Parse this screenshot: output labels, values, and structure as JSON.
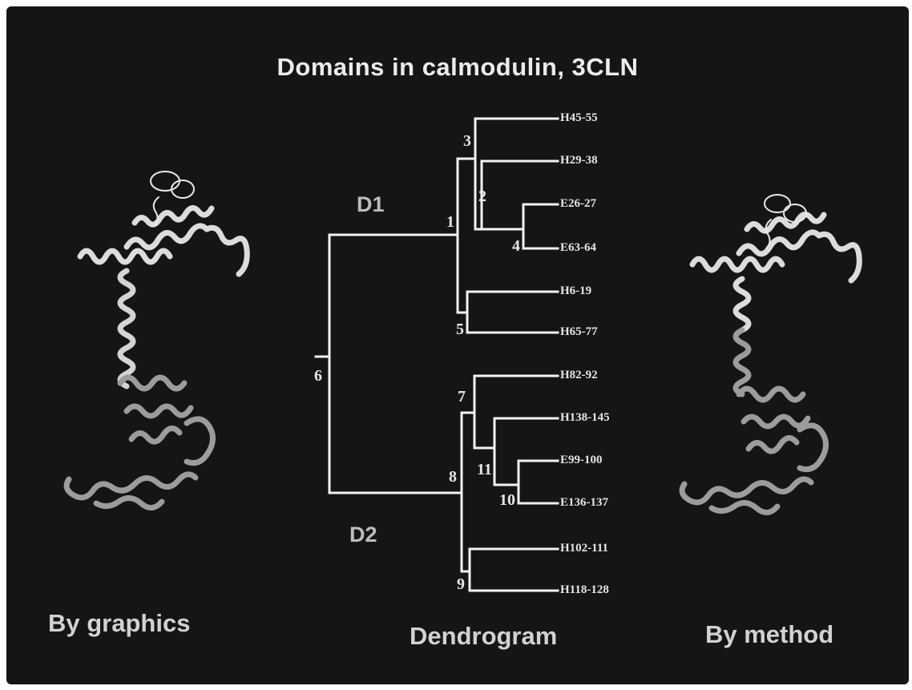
{
  "title": "Domains in calmodulin, 3CLN",
  "captions": {
    "left": "By graphics",
    "center": "Dendrogram",
    "right": "By method"
  },
  "domains": {
    "d1": "D1",
    "d2": "D2"
  },
  "nodes": {
    "n1": "1",
    "n2": "2",
    "n3": "3",
    "n4": "4",
    "n5": "5",
    "n6": "6",
    "n7": "7",
    "n8": "8",
    "n9": "9",
    "n10": "10",
    "n11": "11"
  },
  "leaves": [
    "H45-55",
    "H29-38",
    "E26-27",
    "E63-64",
    "H6-19",
    "H65-77",
    "H82-92",
    "H138-145",
    "E99-100",
    "E136-137",
    "H102-111",
    "H118-128"
  ],
  "colors": {
    "background": "#151515",
    "tree_lines": "#f2f2f2",
    "protein_domain_1": "#dcdcdc",
    "protein_domain_2": "#9c9c9c"
  },
  "icons": {
    "left_structure": "calmodulin-ribbon-structure",
    "right_structure": "calmodulin-ribbon-structure"
  }
}
